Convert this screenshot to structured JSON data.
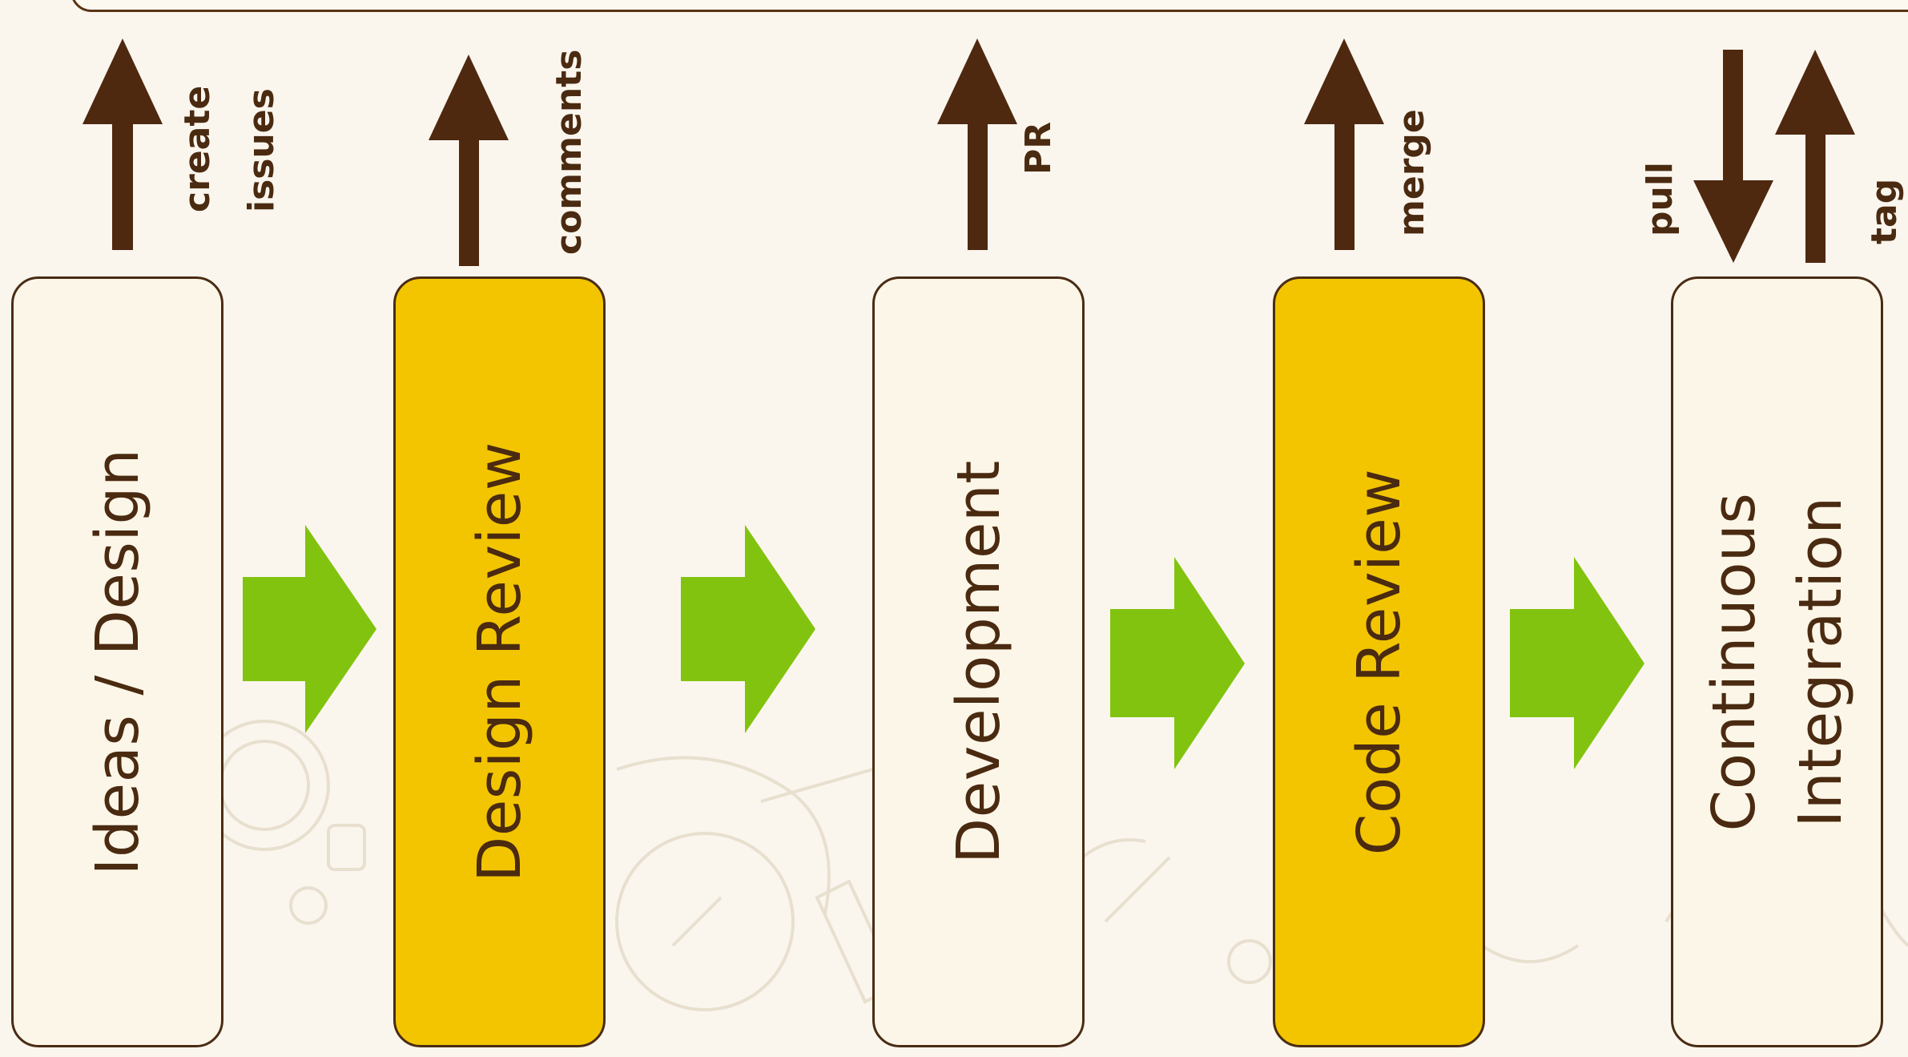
{
  "colors": {
    "background": "#faf6ee",
    "box_plain": "#fcf6e8",
    "box_review": "#f2c500",
    "outline": "#4a2c14",
    "text": "#4a2a10",
    "flow_arrow": "#82c30f",
    "up_arrow": "#4f2810"
  },
  "stages": [
    {
      "lines": [
        "Ideas / Design"
      ],
      "kind": "plain"
    },
    {
      "lines": [
        "Design Review"
      ],
      "kind": "review"
    },
    {
      "lines": [
        "Development"
      ],
      "kind": "plain"
    },
    {
      "lines": [
        "Code Review"
      ],
      "kind": "review"
    },
    {
      "lines": [
        "Continuous",
        "Integration"
      ],
      "kind": "plain"
    }
  ],
  "labels": {
    "create": "create",
    "issues": "issues",
    "comments": "comments",
    "pr": "PR",
    "merge": "merge",
    "pull": "pull",
    "tag": "tag"
  }
}
